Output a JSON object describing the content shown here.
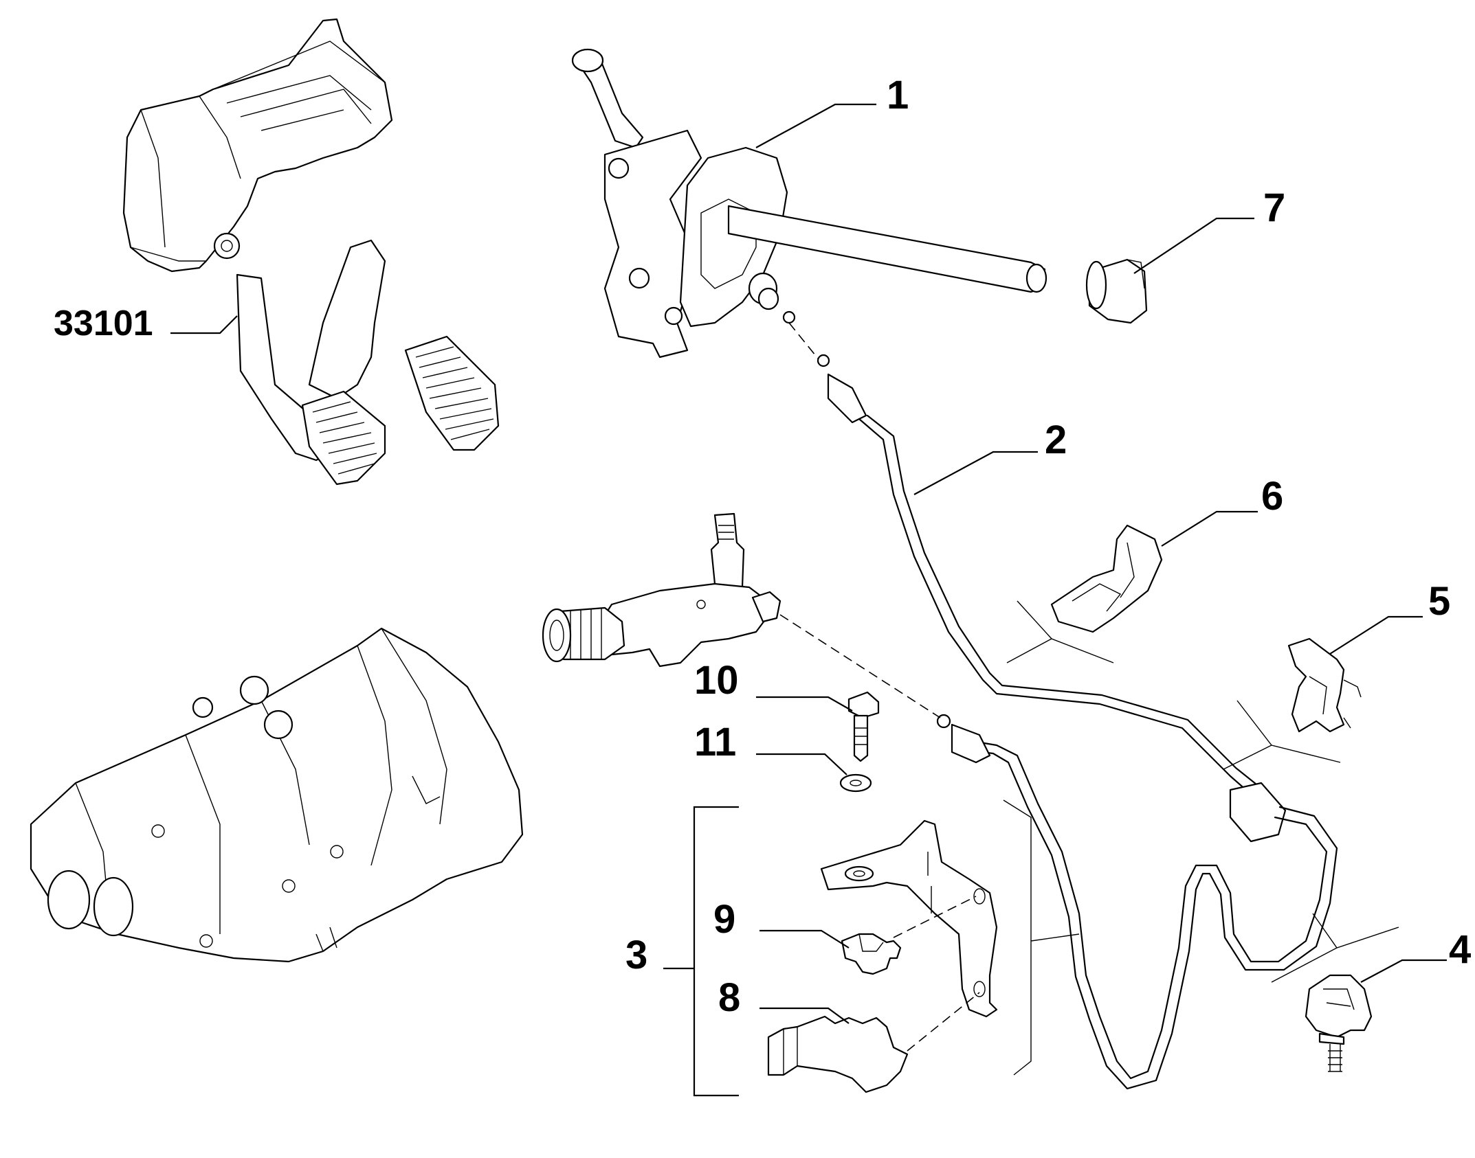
{
  "diagram": {
    "callouts": [
      {
        "id": "c1",
        "label": "1"
      },
      {
        "id": "c2",
        "label": "2"
      },
      {
        "id": "c3",
        "label": "3"
      },
      {
        "id": "c4",
        "label": "4"
      },
      {
        "id": "c5",
        "label": "5"
      },
      {
        "id": "c6",
        "label": "6"
      },
      {
        "id": "c7",
        "label": "7"
      },
      {
        "id": "c8",
        "label": "8"
      },
      {
        "id": "c9",
        "label": "9"
      },
      {
        "id": "c10",
        "label": "10"
      },
      {
        "id": "c11",
        "label": "11"
      },
      {
        "id": "c33101",
        "label": "33101"
      }
    ]
  }
}
